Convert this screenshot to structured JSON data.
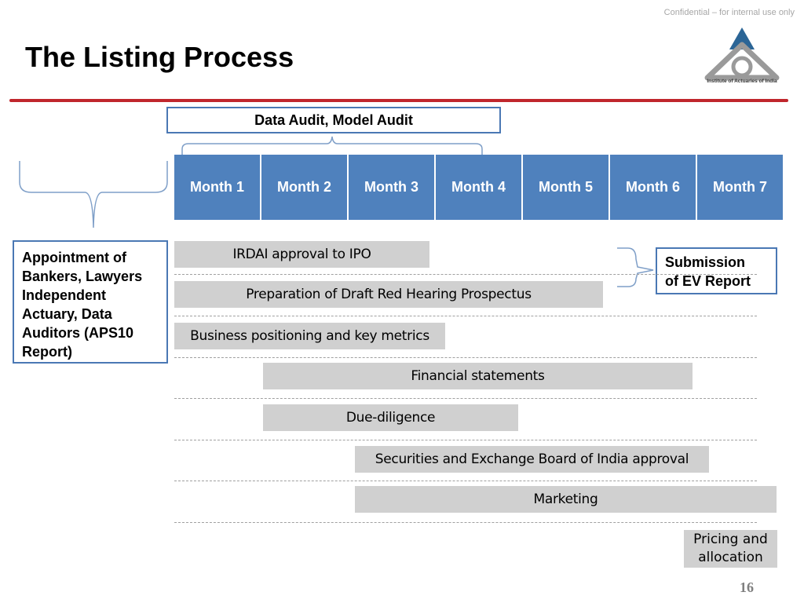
{
  "header": {
    "confidential": "Confidential – for internal use only",
    "title": "The Listing Process",
    "logo_text": "Institute of Actuaries of India"
  },
  "audit_box": {
    "label": "Data Audit, Model Audit"
  },
  "months": [
    "Month 1",
    "Month 2",
    "Month 3",
    "Month 4",
    "Month 5",
    "Month 6",
    "Month 7"
  ],
  "left_box": {
    "lines": [
      "Appointment of",
      "Bankers, Lawyers",
      "Independent",
      "Actuary, Data",
      "Auditors (APS10",
      "Report)"
    ]
  },
  "right_box": {
    "lines": [
      "Submission",
      "of EV Report"
    ]
  },
  "tasks": [
    "IRDAI approval to IPO",
    "Preparation of Draft Red Hearing Prospectus",
    "Business  positioning and key metrics",
    "Financial statements",
    "Due-diligence",
    "Securities and Exchange Board of India approval",
    "Marketing"
  ],
  "pricing": {
    "lines": [
      "Pricing and",
      "allocation"
    ]
  },
  "page_number": "16",
  "colors": {
    "month_fill": "#4f81bd",
    "box_border": "#4a78b4",
    "bar_fill": "#d0d0d0",
    "rule": "#c0262c",
    "logo": "#2b6596"
  }
}
